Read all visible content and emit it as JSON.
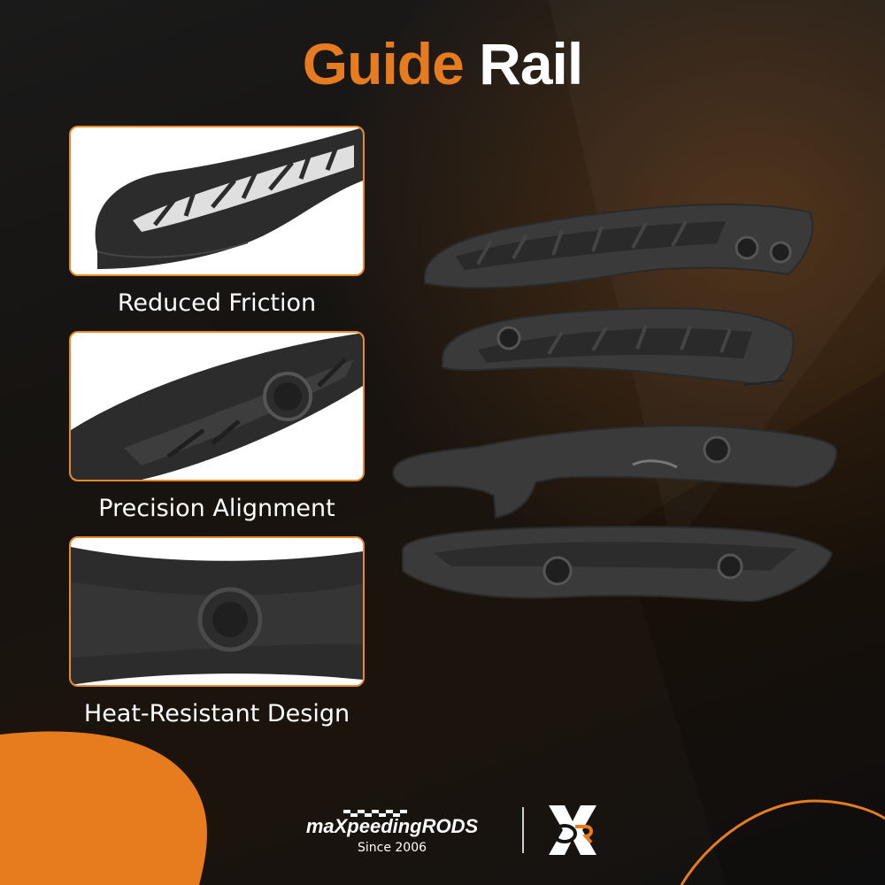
{
  "title": {
    "word1": "Guide",
    "word2": "Rail"
  },
  "features": [
    {
      "label": "Reduced Friction"
    },
    {
      "label": "Precision Alignment"
    },
    {
      "label": "Heat-Resistant Design"
    }
  ],
  "brand": {
    "name": "maXpeedingRODS",
    "since": "Since 2006",
    "mark": "OR"
  },
  "colors": {
    "accent": "#e77c1f",
    "panel_border": "#e88a2a",
    "rail": "#3a3a3a"
  }
}
